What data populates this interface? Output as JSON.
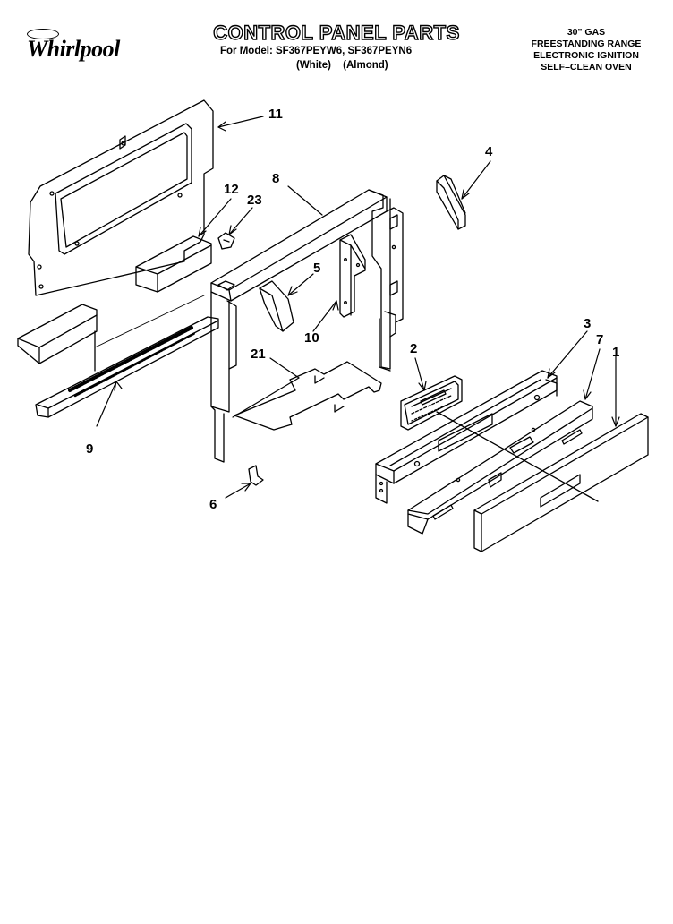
{
  "brand": {
    "logo_text": "Whirlpool"
  },
  "header": {
    "title": "CONTROL PANEL PARTS",
    "model_line": "For Model: SF367PEYW6, SF367PEYN6",
    "variants": [
      "(White)",
      "(Almond)"
    ]
  },
  "product_info": [
    "30\" GAS",
    "FREESTANDING RANGE",
    "ELECTRONIC IGNITION",
    "SELF–CLEAN OVEN"
  ],
  "callouts": [
    "11",
    "12",
    "23",
    "8",
    "4",
    "5",
    "10",
    "21",
    "2",
    "3",
    "7",
    "1",
    "9",
    "6"
  ],
  "colors": {
    "ink": "#000000",
    "paper": "#ffffff"
  }
}
